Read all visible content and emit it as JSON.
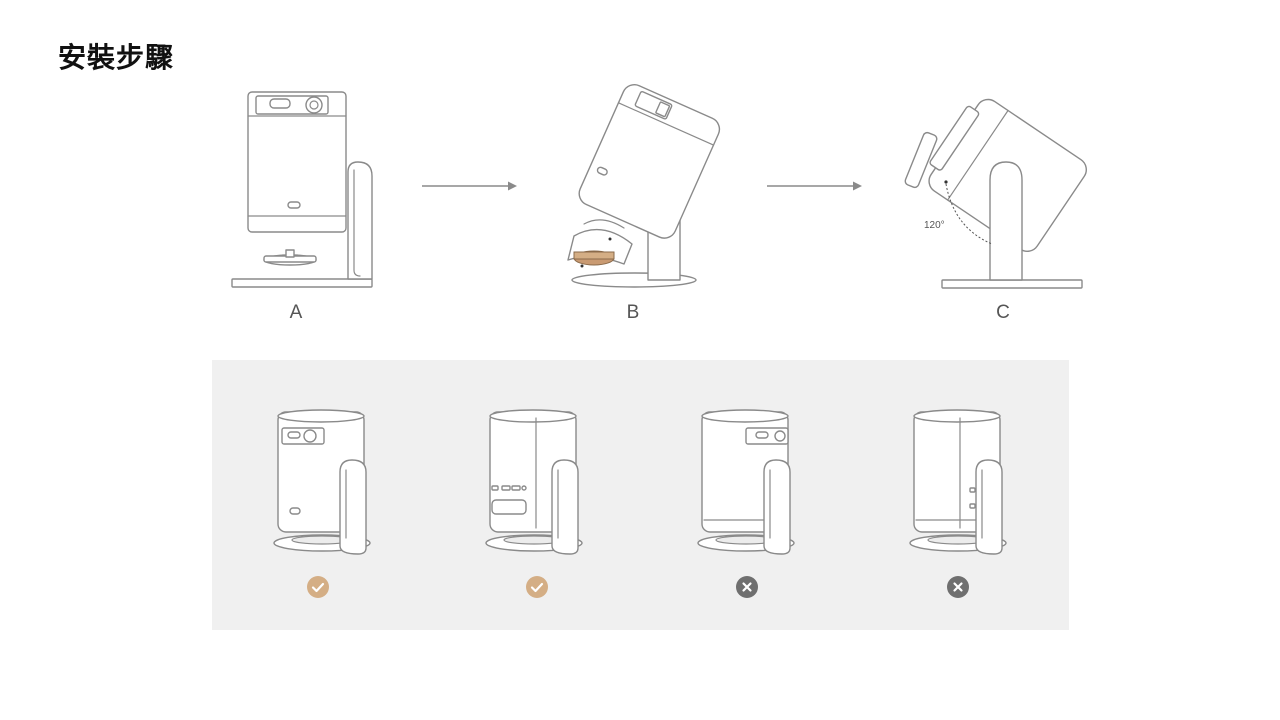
{
  "page": {
    "title": "安裝步驟"
  },
  "steps": [
    {
      "label": "A"
    },
    {
      "label": "B"
    },
    {
      "label": "C",
      "angle_label": "120°"
    }
  ],
  "variants": [
    {
      "view": "front-with-lens",
      "status": "correct"
    },
    {
      "view": "side-with-ports",
      "status": "correct"
    },
    {
      "view": "back-with-lens",
      "status": "incorrect"
    },
    {
      "view": "side-plain",
      "status": "incorrect"
    }
  ],
  "colors": {
    "correct": "#d4ae85",
    "incorrect": "#6f6f6f",
    "panel_bg": "#f0f0f0",
    "line": "#8a8a8a",
    "accent_brass": "#c99a72"
  },
  "icons": {
    "correct": "check-circle-icon",
    "incorrect": "x-circle-icon"
  }
}
